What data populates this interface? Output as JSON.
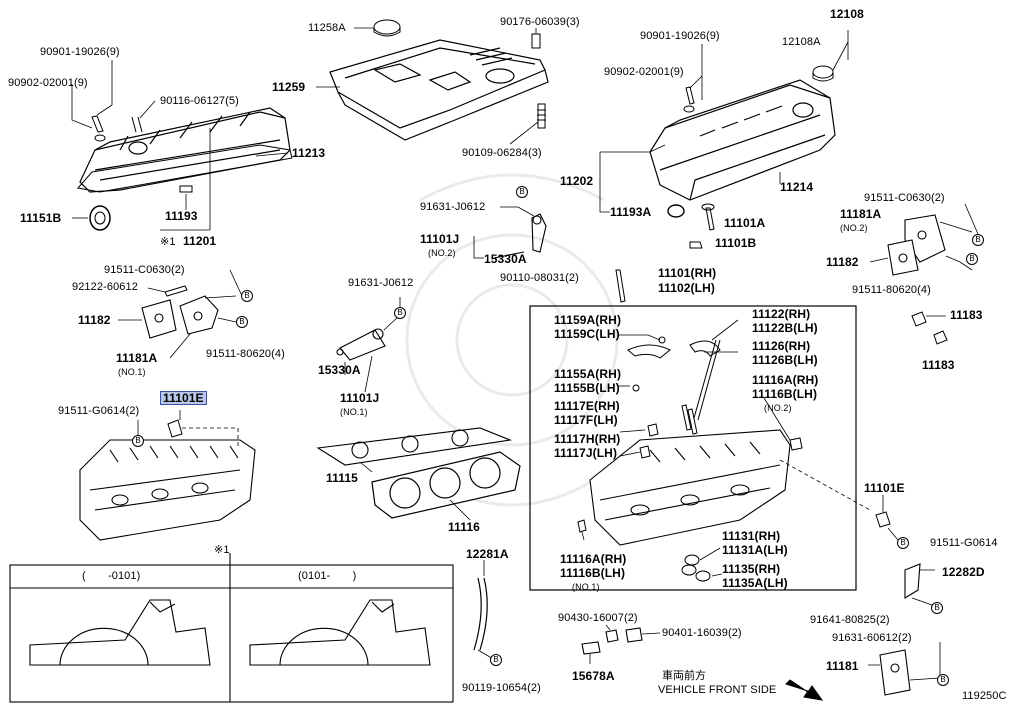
{
  "diagram_id": "119250C",
  "bolt_marker": "B",
  "front_label_jp": "車両前方",
  "front_label_en": "VEHICLE FRONT SIDE",
  "inset": {
    "note_mark": "※1",
    "left_range": "(　　-0101)",
    "right_range": "(0101-　　)"
  },
  "labels": {
    "p11258A": "11258A",
    "p90176": "90176-06039(3)",
    "p12108": "12108",
    "p12108A": "12108A",
    "p90901_l": "90901-19026(9)",
    "p90902_l": "90902-02001(9)",
    "p90116": "90116-06127(5)",
    "p11259": "11259",
    "p11213": "11213",
    "p11151B": "11151B",
    "p11193": "11193",
    "p11201": "11201",
    "p11201_note": "※1",
    "p90109": "90109-06284(3)",
    "p90901_r": "90901-19026(9)",
    "p90902_r": "90902-02001(9)",
    "p11202": "11202",
    "p11214": "11214",
    "p11193A": "11193A",
    "p11101A": "11101A",
    "p11101B": "11101B",
    "p91631_a": "91631-J0612",
    "p11101J_a": "11101J",
    "p_no2_a": "(NO.2)",
    "p15330A_a": "15330A",
    "p90110": "90110-08031(2)",
    "p11101RH": "11101(RH)",
    "p11102LH": "11102(LH)",
    "p91511_c_r": "91511-C0630(2)",
    "p11181A_r": "11181A",
    "p_no2_b": "(NO.2)",
    "p11182_r": "11182",
    "p91511_8_r": "91511-80620(4)",
    "p11183_a": "11183",
    "p11183_b": "11183",
    "p91511_c_l": "91511-C0630(2)",
    "p92122": "92122-60612",
    "p11182_l": "11182",
    "p91511_8_l": "91511-80620(4)",
    "p11181A_l": "11181A",
    "p_no1_a": "(NO.1)",
    "p91631_b": "91631-J0612",
    "p15330A_b": "15330A",
    "p11101J_b": "11101J",
    "p_no1_b": "(NO.1)",
    "p11101E_hl": "11101E",
    "p91511_g_l": "91511-G0614(2)",
    "p11115": "11115",
    "p11116": "11116",
    "p11159A": "11159A(RH)",
    "p11159C": "11159C(LH)",
    "p11155A": "11155A(RH)",
    "p11155B": "11155B(LH)",
    "p11117E": "11117E(RH)",
    "p11117F": "11117F(LH)",
    "p11117H": "11117H(RH)",
    "p11117J": "11117J(LH)",
    "p11122": "11122(RH)",
    "p11122B": "11122B(LH)",
    "p11126": "11126(RH)",
    "p11126B": "11126B(LH)",
    "p11116A_a": "11116A(RH)",
    "p11116B_a": "11116B(LH)",
    "p_no2_c": "(NO.2)",
    "p11116A_b": "11116A(RH)",
    "p11116B_b": "11116B(LH)",
    "p_no1_c": "(NO.1)",
    "p11131": "11131(RH)",
    "p11131A": "11131A(LH)",
    "p11135": "11135(RH)",
    "p11135A": "11135A(LH)",
    "p11101E_r": "11101E",
    "p91511_g_r": "91511-G0614",
    "p12281A": "12281A",
    "p12282D": "12282D",
    "p91641": "91641-80825(2)",
    "p91631_c": "91631-60612(2)",
    "p11181": "11181",
    "p90430": "90430-16007(2)",
    "p90401": "90401-16039(2)",
    "p15678A": "15678A",
    "p90119": "90119-10654(2)"
  }
}
